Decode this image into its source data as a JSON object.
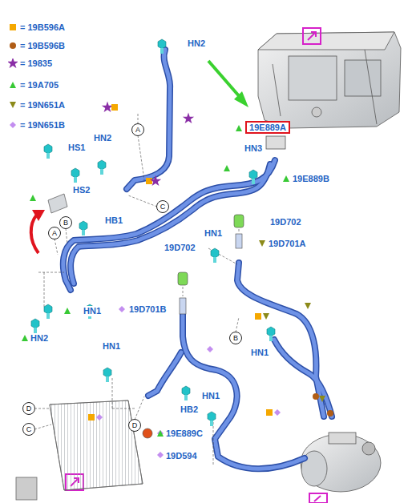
{
  "diagram": {
    "nodes": [
      {
        "text": [
          "19E889A"
        ]
      },
      {
        "text": [
          "A"
        ]
      },
      {
        "text": [
          "C"
        ]
      },
      {
        "text": [
          "B"
        ]
      },
      {
        "text": [
          "A"
        ]
      },
      {
        "text": [
          "B"
        ]
      },
      {
        "text": [
          "D"
        ]
      },
      {
        "text": [
          "D"
        ]
      },
      {
        "text": [
          "C"
        ]
      }
    ],
    "labels": [
      "HN2",
      "HN2",
      "HS1",
      "HS2",
      "HB1",
      "HN1",
      "HN2",
      "HN3",
      "19E889B",
      "19D702",
      "19D701A",
      "19D702",
      "HN1",
      "19D701B",
      "HN1",
      "HN1",
      "HB2",
      "HN1",
      "19E889C",
      "19D594"
    ],
    "legend": [
      {
        "text": "= 19B596A"
      },
      {
        "text": "= 19B596B"
      },
      {
        "text": "= 19835"
      },
      {
        "text": "= 19A705"
      },
      {
        "text": "= 19N651A"
      },
      {
        "text": "= 19N651B"
      }
    ]
  }
}
